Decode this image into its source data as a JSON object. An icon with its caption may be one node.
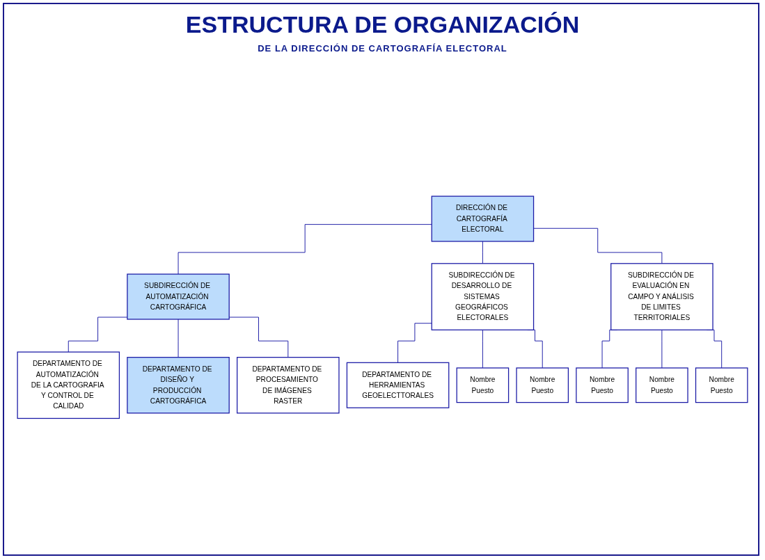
{
  "diagram": {
    "title": "ESTRUCTURA DE ORGANIZACIÓN",
    "nodes": [
      {
        "text": [
          "DIRECCIÓN DE CARTOGRAFÍA ELECTORAL"
        ]
      },
      {
        "text": [
          "SUBDIRECCIÓN DE AUTOMATIZACIÓN CARTOGRÁFICA"
        ]
      },
      {
        "text": [
          "SUBDIRECCIÓN DE DESARROLLO DE SISTEMAS GEOGRÁFICOS ELECTORALES"
        ]
      },
      {
        "text": [
          "SUBDIRECCIÓN DE EVALUACIÓN EN CAMPO Y ANÁLISIS DE LIMITES TERRITORIALES"
        ]
      },
      {
        "text": [
          "DEPARTAMENTO DE AUTOMATIZACIÓN DE LA CARTOGRAFIA Y CONTROL DE CALIDAD"
        ]
      },
      {
        "text": [
          "DEPARTAMENTO DE DISEÑO Y PRODUCCIÓN CARTOGRÁFICA"
        ]
      },
      {
        "text": [
          "DEPARTAMENTO DE PROCESAMIENTO DE IMÁGENES RASTER"
        ]
      },
      {
        "text": [
          "DEPARTAMENTO DE HERRAMIENTAS GEOELECTTORALES"
        ]
      },
      {
        "text": [
          "Nombre",
          "Puesto"
        ]
      },
      {
        "text": [
          "Nombre",
          "Puesto"
        ]
      },
      {
        "text": [
          "Nombre",
          "Puesto"
        ]
      },
      {
        "text": [
          "Nombre",
          "Puesto"
        ]
      },
      {
        "text": [
          "Nombre",
          "Puesto"
        ]
      }
    ],
    "edges": [
      {
        "from": 0,
        "to": 1,
        "arrow": "none"
      },
      {
        "from": 0,
        "to": 2,
        "arrow": "none"
      },
      {
        "from": 0,
        "to": 3,
        "arrow": "none"
      },
      {
        "from": 1,
        "to": 4,
        "arrow": "none"
      },
      {
        "from": 1,
        "to": 5,
        "arrow": "none"
      },
      {
        "from": 1,
        "to": 6,
        "arrow": "none"
      },
      {
        "from": 2,
        "to": 7,
        "arrow": "none"
      },
      {
        "from": 2,
        "to": 8,
        "arrow": "none"
      },
      {
        "from": 2,
        "to": 9,
        "arrow": "none"
      },
      {
        "from": 3,
        "to": 10,
        "arrow": "none"
      },
      {
        "from": 3,
        "to": 11,
        "arrow": "none"
      },
      {
        "from": 3,
        "to": 12,
        "arrow": "none"
      }
    ],
    "labels": [
      "DE LA DIRECCIÓN DE CARTOGRAFÍA ELECTORAL"
    ]
  }
}
